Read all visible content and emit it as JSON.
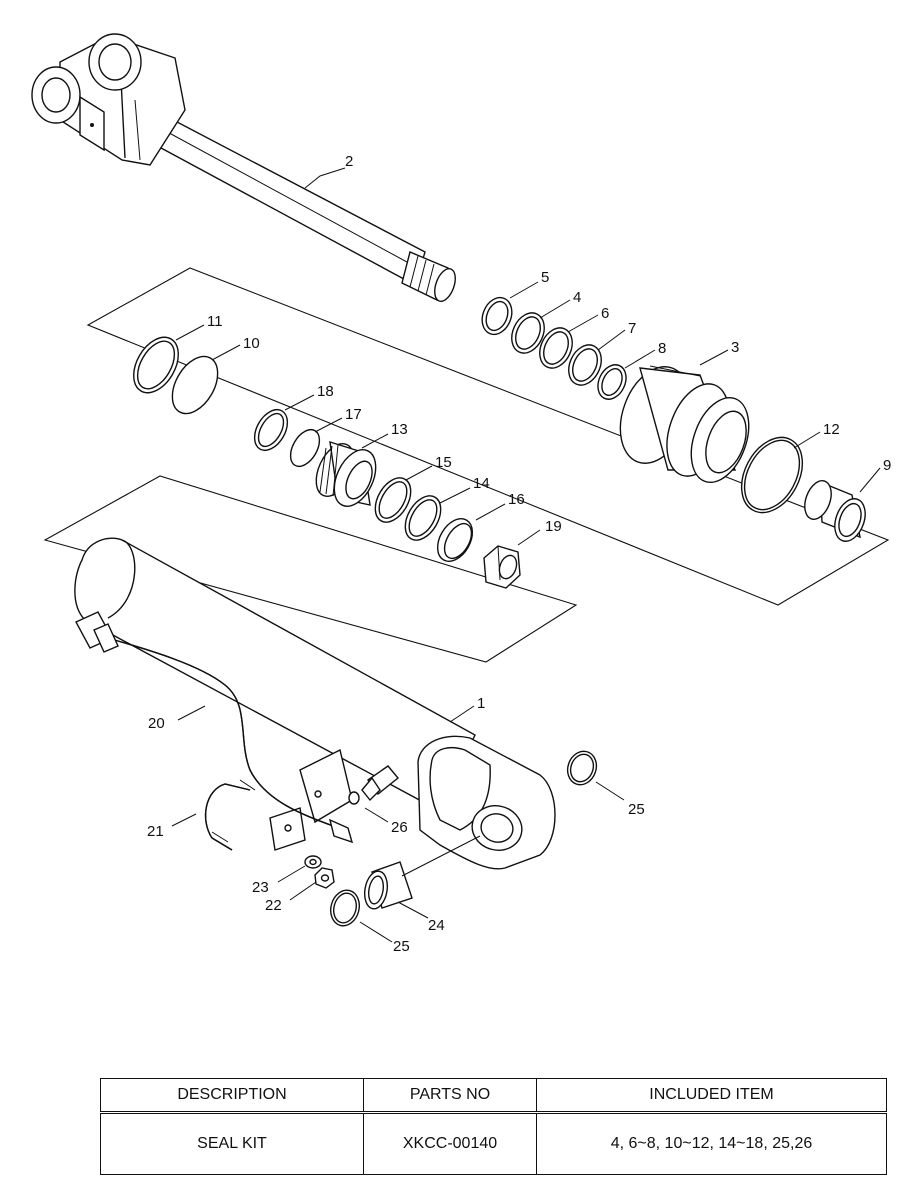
{
  "diagram": {
    "callouts": [
      {
        "id": "2",
        "text": "2"
      },
      {
        "id": "5",
        "text": "5"
      },
      {
        "id": "4",
        "text": "4"
      },
      {
        "id": "6",
        "text": "6"
      },
      {
        "id": "7",
        "text": "7"
      },
      {
        "id": "8",
        "text": "8"
      },
      {
        "id": "3",
        "text": "3"
      },
      {
        "id": "11",
        "text": "11"
      },
      {
        "id": "10",
        "text": "10"
      },
      {
        "id": "18",
        "text": "18"
      },
      {
        "id": "17",
        "text": "17"
      },
      {
        "id": "13",
        "text": "13"
      },
      {
        "id": "15",
        "text": "15"
      },
      {
        "id": "14",
        "text": "14"
      },
      {
        "id": "16",
        "text": "16"
      },
      {
        "id": "19",
        "text": "19"
      },
      {
        "id": "12",
        "text": "12"
      },
      {
        "id": "9",
        "text": "9"
      },
      {
        "id": "1",
        "text": "1"
      },
      {
        "id": "20",
        "text": "20"
      },
      {
        "id": "25a",
        "text": "25"
      },
      {
        "id": "26",
        "text": "26"
      },
      {
        "id": "21",
        "text": "21"
      },
      {
        "id": "23",
        "text": "23"
      },
      {
        "id": "22",
        "text": "22"
      },
      {
        "id": "24",
        "text": "24"
      },
      {
        "id": "25b",
        "text": "25"
      }
    ]
  },
  "table": {
    "headers": [
      "DESCRIPTION",
      "PARTS NO",
      "INCLUDED ITEM"
    ],
    "rows": [
      [
        "SEAL KIT",
        "XKCC-00140",
        "4, 6~8, 10~12, 14~18, 25,26"
      ]
    ]
  }
}
